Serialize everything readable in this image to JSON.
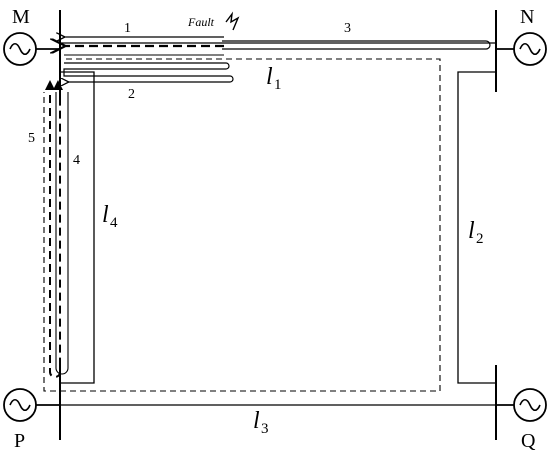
{
  "buses": {
    "M": "M",
    "N": "N",
    "P": "P",
    "Q": "Q"
  },
  "lines": {
    "l1": {
      "main": "l",
      "sub": "1"
    },
    "l2": {
      "main": "l",
      "sub": "2"
    },
    "l3": {
      "main": "l",
      "sub": "3"
    },
    "l4": {
      "main": "l",
      "sub": "4"
    }
  },
  "paths": {
    "p1": "1",
    "p2": "2",
    "p3": "3",
    "p4": "4",
    "p5": "5"
  },
  "fault": {
    "label": "Fault"
  }
}
